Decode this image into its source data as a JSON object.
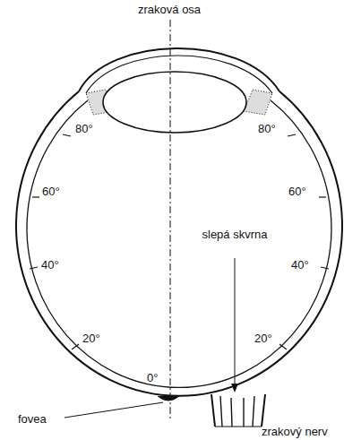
{
  "diagram": {
    "labels": [
      "zraková osa",
      "80°",
      "60°",
      "40°",
      "20°",
      "0°",
      "80°",
      "60°",
      "40°",
      "20°",
      "slepá skvrna",
      "fovea",
      "zrakový nerv"
    ]
  }
}
